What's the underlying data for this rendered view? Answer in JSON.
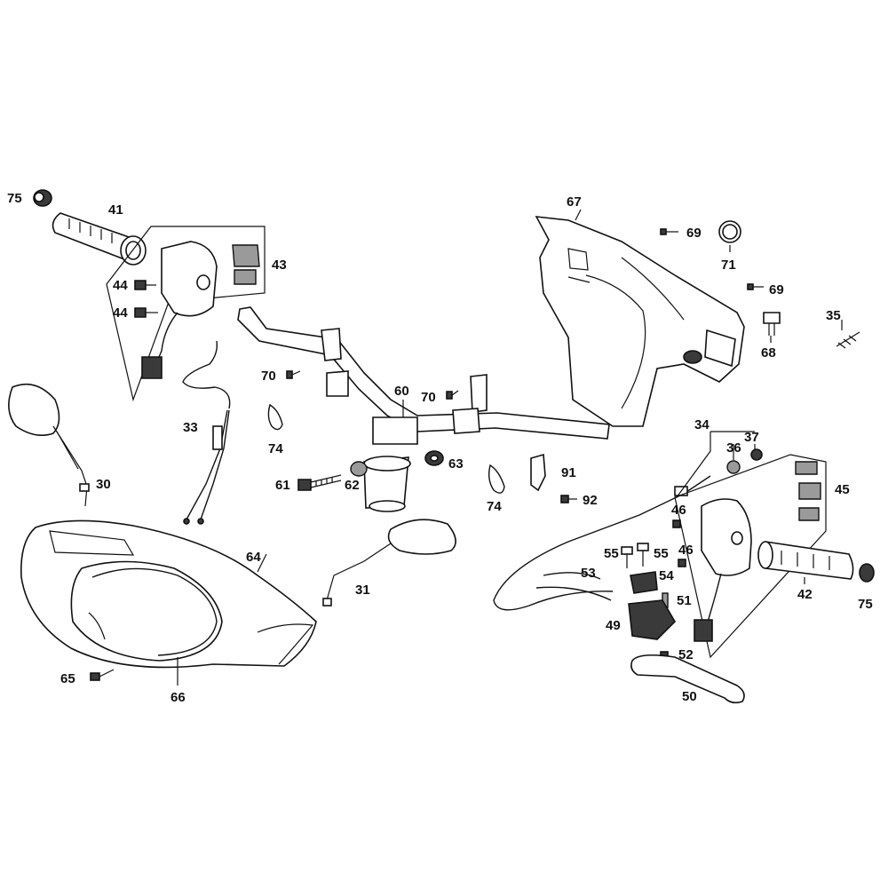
{
  "labels": {
    "p75a": "75",
    "p41": "41",
    "p43": "43",
    "p44a": "44",
    "p44b": "44",
    "p67": "67",
    "p69a": "69",
    "p71": "71",
    "p69b": "69",
    "p35": "35",
    "p68": "68",
    "p70a": "70",
    "p70b": "70",
    "p60": "60",
    "p33": "33",
    "p74a": "74",
    "p74b": "74",
    "p30": "30",
    "p61": "61",
    "p62": "62",
    "p63": "63",
    "p91": "91",
    "p92": "92",
    "p34": "34",
    "p36": "36",
    "p37": "37",
    "p45": "45",
    "p46a": "46",
    "p46b": "46",
    "p55a": "55",
    "p55b": "55",
    "p53": "53",
    "p54": "54",
    "p51": "51",
    "p49": "49",
    "p52": "52",
    "p50": "50",
    "p42": "42",
    "p75b": "75",
    "p64": "64",
    "p31": "31",
    "p65": "65",
    "p66": "66"
  },
  "colors": {
    "line": "#111111",
    "part_fill": "#ffffff",
    "dark": "#3a3a3a",
    "grey": "#9a9a9a"
  }
}
